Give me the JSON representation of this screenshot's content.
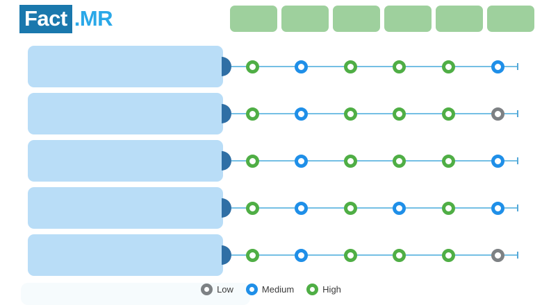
{
  "brand": {
    "mark_text": "Fact",
    "suffix_text": ".MR",
    "mark_bg": "#1a78ad",
    "suffix_color": "#2aa8e8"
  },
  "header": {
    "chip_color": "#9ed09d",
    "chips": [
      {
        "label": ""
      },
      {
        "label": ""
      },
      {
        "label": ""
      },
      {
        "label": ""
      },
      {
        "label": ""
      },
      {
        "label": ""
      }
    ]
  },
  "legend": {
    "items": [
      {
        "key": "low",
        "label": "Low",
        "color": "#7d8184"
      },
      {
        "key": "medium",
        "label": "Medium",
        "color": "#1f8fe8"
      },
      {
        "key": "high",
        "label": "High",
        "color": "#4fae45"
      }
    ]
  },
  "chart_data": {
    "type": "heatmap",
    "title": "",
    "xlabel": "",
    "ylabel": "",
    "grid": false,
    "legend_position": "bottom-center",
    "level_colors": {
      "low": "#7d8184",
      "medium": "#1f8fe8",
      "high": "#4fae45"
    },
    "level_values": {
      "low": 1,
      "medium": 2,
      "high": 3
    },
    "categories": [
      "",
      "",
      "",
      "",
      "",
      ""
    ],
    "rows": [
      {
        "label": "",
        "levels": [
          "high",
          "medium",
          "high",
          "high",
          "high",
          "medium"
        ],
        "values": [
          3,
          2,
          3,
          3,
          3,
          2
        ]
      },
      {
        "label": "",
        "levels": [
          "high",
          "medium",
          "high",
          "high",
          "high",
          "low"
        ],
        "values": [
          3,
          2,
          3,
          3,
          3,
          1
        ]
      },
      {
        "label": "",
        "levels": [
          "high",
          "medium",
          "high",
          "high",
          "high",
          "medium"
        ],
        "values": [
          3,
          2,
          3,
          3,
          3,
          2
        ]
      },
      {
        "label": "",
        "levels": [
          "high",
          "medium",
          "high",
          "medium",
          "high",
          "medium"
        ],
        "values": [
          3,
          2,
          3,
          2,
          3,
          2
        ]
      },
      {
        "label": "",
        "levels": [
          "high",
          "medium",
          "high",
          "high",
          "high",
          "low"
        ],
        "values": [
          3,
          2,
          3,
          3,
          3,
          1
        ]
      }
    ],
    "bar_color": "#b9ddf7",
    "bar_cap_color": "#2f6fa5",
    "axis_color": "#74bfe4"
  }
}
